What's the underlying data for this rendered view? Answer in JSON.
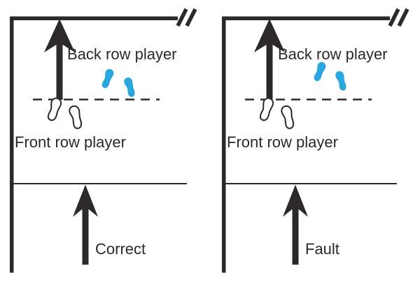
{
  "figure": {
    "background_color": "#ffffff",
    "line_color": "#2b2a29",
    "footprint_blue": "#2ba7e0",
    "panels": [
      {
        "side": "left",
        "back_row_label": "Back row player",
        "front_row_label": "Front row player",
        "verdict_label": "Correct"
      },
      {
        "side": "right",
        "back_row_label": "Back row player",
        "front_row_label": "Front row player",
        "verdict_label": "Fault"
      }
    ],
    "icons": {
      "back_row_footprints": "blue-footprint-pair",
      "front_row_footprints": "outlined-footprint-pair",
      "attack_arrow": "thick-up-arrow",
      "approach_arrow": "thick-up-arrow",
      "line_break": "double-slash"
    }
  }
}
